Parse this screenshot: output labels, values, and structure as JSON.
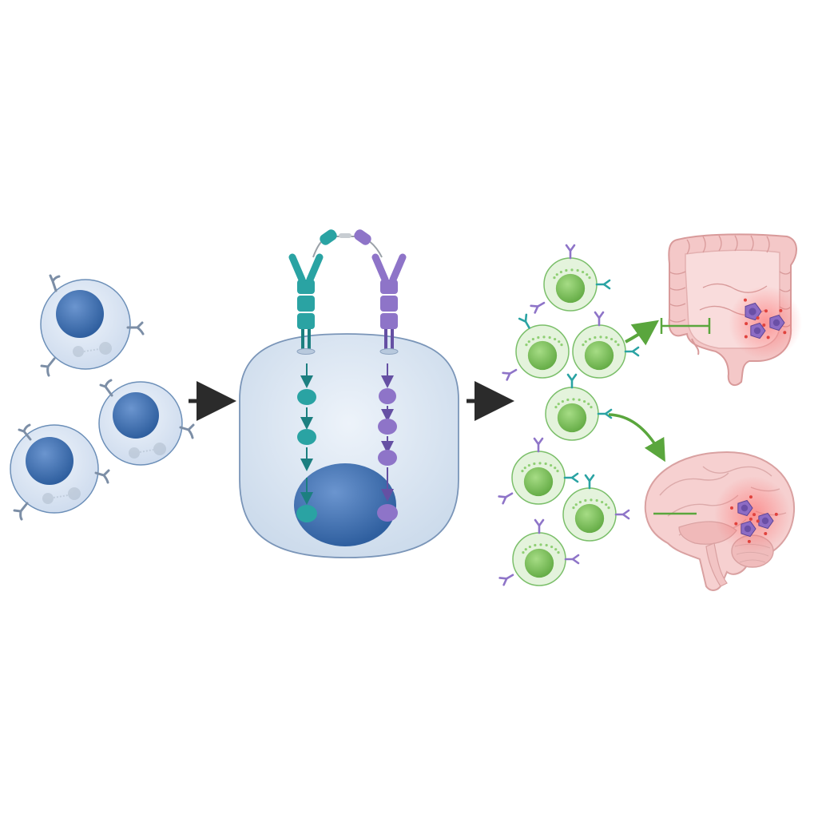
{
  "figure": {
    "background": "#ffffff",
    "stages": [
      "naive-t-cells",
      "activated-cell-signaling",
      "engineered-green-cells",
      "target-organs"
    ]
  },
  "colors": {
    "naive_cell_fill": "#dce7f4",
    "naive_cell_stroke": "#6c8fb8",
    "naive_nucleus": "#3f6fb3",
    "teal": "#2aa3a3",
    "teal_dark": "#1c7f80",
    "purple": "#8e74c8",
    "purple_dark": "#6550a3",
    "green_cell_fill": "#e4f3dc",
    "green_cell_stroke": "#7bbf6a",
    "green_nucleus": "#7cc35a",
    "arrow": "#2b2b2b",
    "green_arrow": "#5aa63d",
    "organ_fill": "#f4c8c8",
    "organ_stroke": "#d89a9a",
    "inflammation": "#e0423d",
    "tumor_cell": "#8d6cc4"
  },
  "icons": {
    "flow_arrows": [
      "arrow-right-icon",
      "arrow-right-icon"
    ],
    "inhibition": "inhibition-bar-icon",
    "organs": [
      "colon-icon",
      "brain-icon"
    ]
  }
}
